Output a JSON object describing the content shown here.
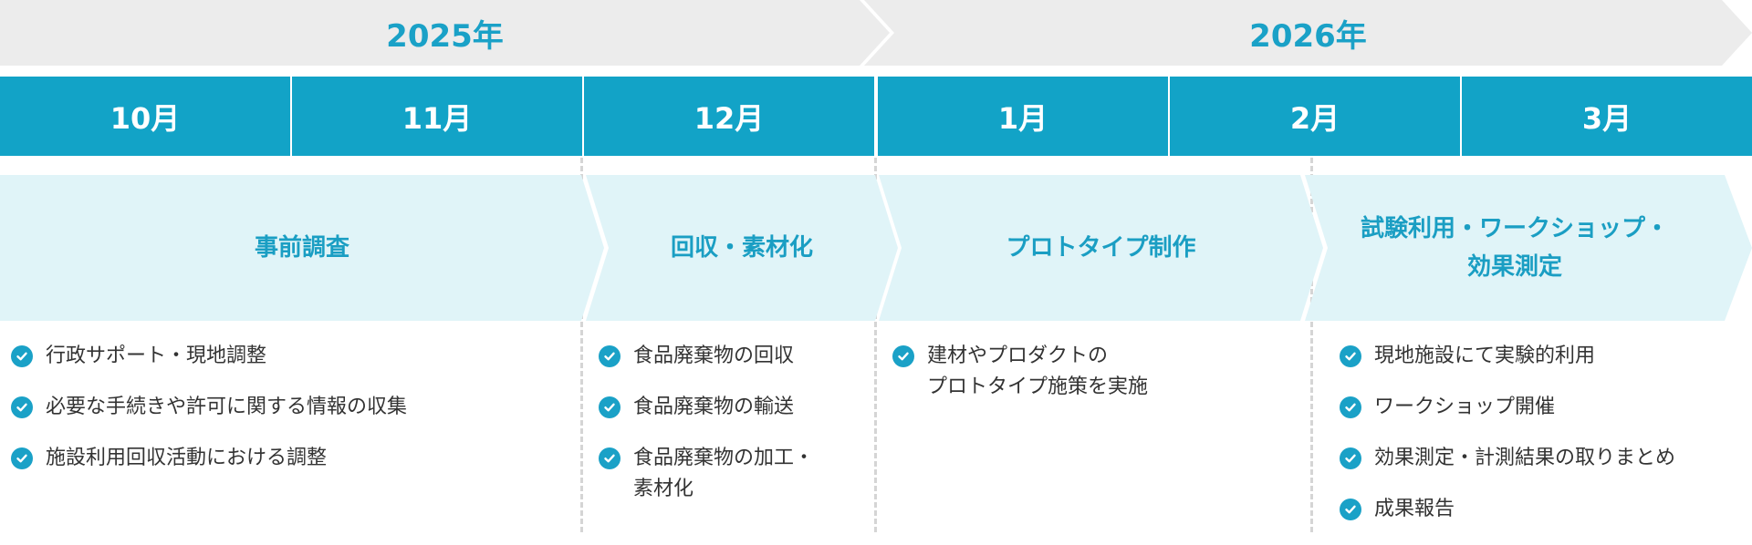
{
  "years": [
    "2025年",
    "2026年"
  ],
  "months": [
    "10月",
    "11月",
    "12月",
    "1月",
    "2月",
    "3月"
  ],
  "phases": [
    {
      "title": "事前調査",
      "tasks": [
        "行政サポート・現地調整",
        "必要な手続きや許可に関する情報の収集",
        "施設利用回収活動における調整"
      ]
    },
    {
      "title": "回収・素材化",
      "tasks": [
        "食品廃棄物の回収",
        "食品廃棄物の輸送",
        "食品廃棄物の加工・\n素材化"
      ]
    },
    {
      "title": "プロトタイプ制作",
      "tasks": [
        "建材やプロダクトの\nプロトタイプ施策を実施"
      ]
    },
    {
      "title": "試験利用・ワークショップ・\n効果測定",
      "tasks": [
        "現地施設にて実験的利用",
        "ワークショップ開催",
        "効果測定・計測結果の取りまとめ",
        "成果報告"
      ]
    }
  ],
  "colors": {
    "accent": "#12a3c7",
    "phase_bg": "#e0f4f8",
    "year_bg": "#ececec"
  },
  "icon": "check-circle-icon"
}
